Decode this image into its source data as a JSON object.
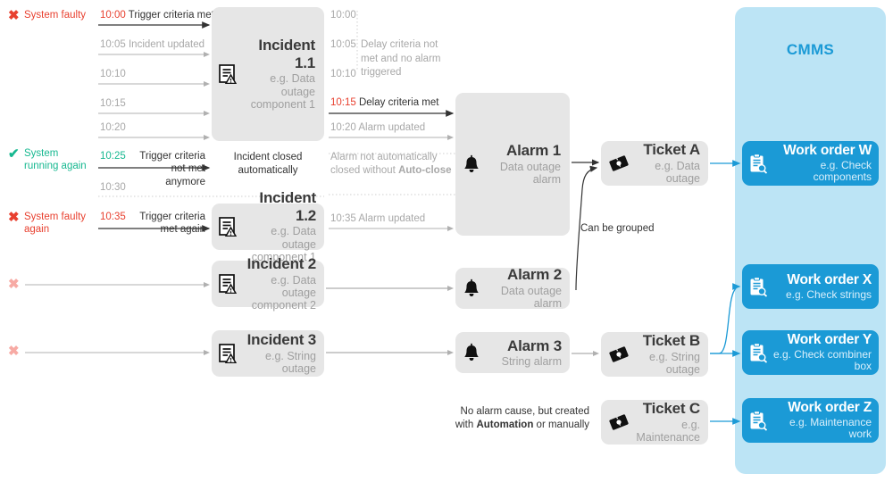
{
  "cmms": {
    "title": "CMMS",
    "accent": "#1b9ad6",
    "panel_bg": "#bce4f5"
  },
  "markers": [
    {
      "icon": "cross-icon",
      "glyph": "✖",
      "color": "#e8402f",
      "label": "System faulty"
    },
    {
      "icon": "check-icon",
      "glyph": "✔",
      "color": "#17b890",
      "label": "System running again"
    },
    {
      "icon": "cross-icon",
      "glyph": "✖",
      "color": "#e8402f",
      "label": "System faulty again"
    },
    {
      "icon": "cross-icon",
      "glyph": "✖",
      "color": "#f7aaa4",
      "label": ""
    },
    {
      "icon": "cross-icon",
      "glyph": "✖",
      "color": "#f7aaa4",
      "label": ""
    }
  ],
  "timeline_left": [
    {
      "time": "10:00",
      "time_color": "red",
      "text": "Trigger criteria met",
      "tone": "dark"
    },
    {
      "time": "10:05",
      "time_color": "grey",
      "text": "Incident updated",
      "tone": "grey"
    },
    {
      "time": "10:10",
      "time_color": "grey",
      "text": "",
      "tone": "grey"
    },
    {
      "time": "10:15",
      "time_color": "grey",
      "text": "",
      "tone": "grey"
    },
    {
      "time": "10:20",
      "time_color": "grey",
      "text": "",
      "tone": "grey"
    },
    {
      "time": "10:25",
      "time_color": "green",
      "text": "Trigger criteria not met anymore",
      "tone": "dark"
    },
    {
      "time": "10:30",
      "time_color": "grey",
      "text": "",
      "tone": "grey"
    },
    {
      "time": "10:35",
      "time_color": "red",
      "text": "Trigger criteria met again",
      "tone": "dark"
    }
  ],
  "timeline_right": [
    {
      "time": "10:00",
      "time_color": "grey",
      "text": "",
      "tone": "grey"
    },
    {
      "time": "10:05",
      "time_color": "grey",
      "text": "Delay criteria not met and no alarm triggered",
      "tone": "grey"
    },
    {
      "time": "10:10",
      "time_color": "grey",
      "text": "",
      "tone": "grey"
    },
    {
      "time": "10:15",
      "time_color": "red",
      "text": "Delay criteria met",
      "tone": "dark"
    },
    {
      "time": "10:20",
      "time_color": "grey",
      "text": "Alarm updated",
      "tone": "grey"
    },
    {
      "time": "10:35",
      "time_color": "grey",
      "text": "Alarm updated",
      "tone": "grey"
    }
  ],
  "captions": {
    "incident_closed": "Incident closed automatically",
    "alarm_not_closed_line1": "Alarm not automatically",
    "alarm_not_closed_line2_a": "closed without ",
    "alarm_not_closed_line2_b": "Auto-close",
    "can_be_grouped": "Can be grouped",
    "no_alarm_cause_line1": "No alarm cause, but created",
    "no_alarm_cause_line2_a": "with ",
    "no_alarm_cause_line2_b": "Automation",
    "no_alarm_cause_line2_c": " or manually"
  },
  "incidents": [
    {
      "id": "inc11",
      "title": "Incident 1.1",
      "subtitle": "e.g. Data outage component 1",
      "icon": "incident-document-icon"
    },
    {
      "id": "inc12",
      "title": "Incident 1.2",
      "subtitle": "e.g. Data outage component 1",
      "icon": "incident-document-icon"
    },
    {
      "id": "inc2",
      "title": "Incident 2",
      "subtitle": "e.g. Data outage component 2",
      "icon": "incident-document-icon"
    },
    {
      "id": "inc3",
      "title": "Incident 3",
      "subtitle": "e.g. String outage",
      "icon": "incident-document-icon"
    }
  ],
  "alarms": [
    {
      "id": "alm1",
      "title": "Alarm 1",
      "subtitle": "Data outage alarm",
      "icon": "bell-icon"
    },
    {
      "id": "alm2",
      "title": "Alarm 2",
      "subtitle": "Data outage alarm",
      "icon": "bell-icon"
    },
    {
      "id": "alm3",
      "title": "Alarm 3",
      "subtitle": "String alarm",
      "icon": "bell-icon"
    }
  ],
  "tickets": [
    {
      "id": "tckA",
      "title": "Ticket A",
      "subtitle": "e.g. Data outage",
      "icon": "ticket-icon"
    },
    {
      "id": "tckB",
      "title": "Ticket B",
      "subtitle": "e.g. String outage",
      "icon": "ticket-icon"
    },
    {
      "id": "tckC",
      "title": "Ticket C",
      "subtitle": "e.g. Maintenance",
      "icon": "ticket-icon"
    }
  ],
  "work_orders": [
    {
      "id": "woW",
      "title": "Work order W",
      "subtitle": "e.g. Check components",
      "icon": "clipboard-search-icon"
    },
    {
      "id": "woX",
      "title": "Work order X",
      "subtitle": "e.g. Check strings",
      "icon": "clipboard-search-icon"
    },
    {
      "id": "woY",
      "title": "Work order Y",
      "subtitle": "e.g. Check combiner box",
      "icon": "clipboard-search-icon"
    },
    {
      "id": "woZ",
      "title": "Work order Z",
      "subtitle": "e.g. Maintenance work",
      "icon": "clipboard-search-icon"
    }
  ]
}
